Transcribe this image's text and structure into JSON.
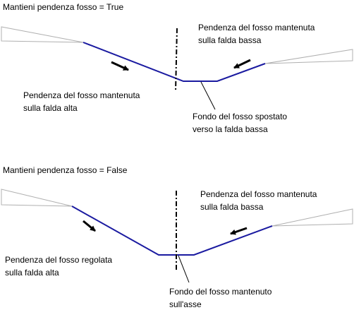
{
  "colors": {
    "ditch_line": "#1a1aa0",
    "surface_outline": "#b0b0b0",
    "text": "#000000",
    "leader": "#000000"
  },
  "panels": {
    "true": {
      "heading": "Mantieni pendenza fosso = True",
      "label_high_side": [
        "Pendenza del fosso mantenuta",
        "sulla falda alta"
      ],
      "label_low_side": [
        "Pendenza del fosso mantenuta",
        "sulla falda bassa"
      ],
      "label_bottom": [
        "Fondo del fosso spostato",
        "verso la falda bassa"
      ]
    },
    "false": {
      "heading": "Mantieni pendenza fosso = False",
      "label_high_side": [
        "Pendenza del fosso regolata",
        "sulla falda alta"
      ],
      "label_low_side": [
        "Pendenza del fosso mantenuta",
        "sulla falda bassa"
      ],
      "label_bottom": [
        "Fondo del fosso mantenuto",
        "sull'asse"
      ]
    }
  }
}
